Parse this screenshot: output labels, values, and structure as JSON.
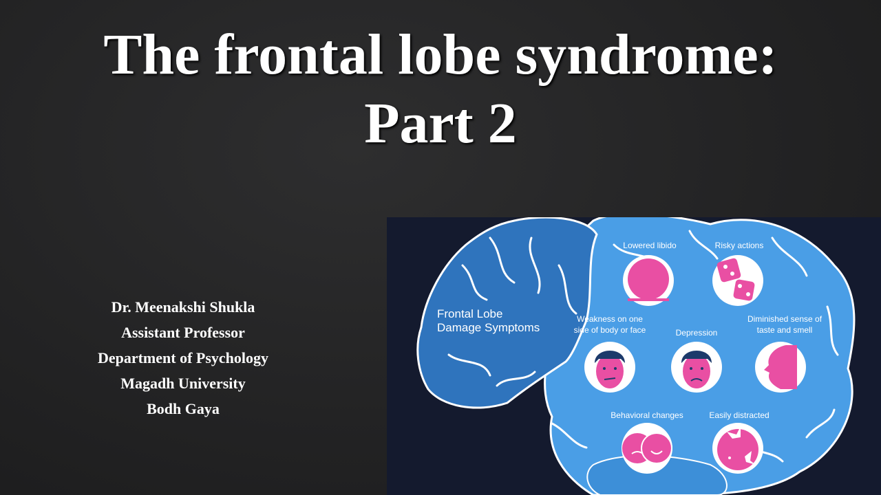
{
  "slide": {
    "title_line1": "The frontal lobe syndrome:",
    "title_line2": "Part 2"
  },
  "author": {
    "name": "Dr. Meenakshi Shukla",
    "position": "Assistant Professor",
    "department": "Department of Psychology",
    "university": "Magadh University",
    "location": "Bodh Gaya"
  },
  "figure": {
    "heading_line1": "Frontal Lobe",
    "heading_line2": "Damage Symptoms",
    "symptoms": {
      "lowered_libido": "Lowered libido",
      "risky_actions": "Risky actions",
      "weakness_line1": "Weakness on one",
      "weakness_line2": "side of body or face",
      "depression": "Depression",
      "taste_line1": "Diminished sense of",
      "taste_line2": "taste and smell",
      "behavioral": "Behavioral changes",
      "distracted": "Easily distracted"
    },
    "colors": {
      "frontal_lobe": "#2f74bd",
      "brain": "#4a9ee6",
      "icon_accent": "#e94fa3",
      "background": "#141a2e"
    }
  }
}
